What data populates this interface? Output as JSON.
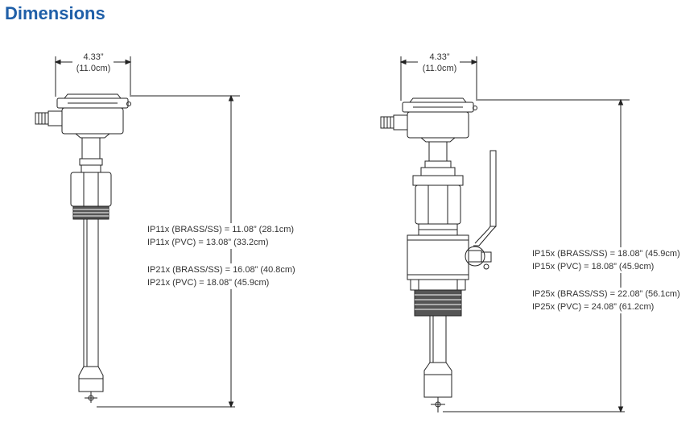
{
  "title": "Dimensions",
  "left_sensor": {
    "width_in": "4.33”",
    "width_cm": "(11.0cm)",
    "lengths": [
      "IP11x (BRASS/SS) = 11.08” (28.1cm)",
      "IP11x (PVC) = 13.08” (33.2cm)",
      "IP21x (BRASS/SS) = 16.08” (40.8cm)",
      "IP21x (PVC) = 18.08” (45.9cm)"
    ]
  },
  "right_sensor": {
    "width_in": "4.33”",
    "width_cm": "(11.0cm)",
    "lengths": [
      "IP15x (BRASS/SS) = 18.08” (45.9cm)",
      "IP15x (PVC) = 18.08” (45.9cm)",
      "IP25x (BRASS/SS) = 22.08” (56.1cm)",
      "IP25x (PVC) = 24.08” (61.2cm)"
    ]
  },
  "colors": {
    "title": "#1f5fa8",
    "line": "#222222"
  }
}
